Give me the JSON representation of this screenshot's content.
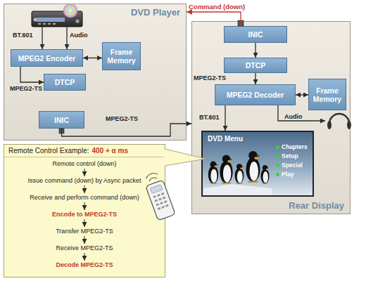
{
  "diagram": {
    "nodes": [
      {
        "text": [
          "DVD Player"
        ]
      },
      {
        "text": [
          "MPEG2 Encoder"
        ],
        "in": 0
      },
      {
        "text": [
          "Frame Memory"
        ],
        "in": 0
      },
      {
        "text": [
          "DTCP"
        ],
        "in": 0
      },
      {
        "text": [
          "INIC"
        ],
        "in": 0
      },
      {
        "text": [
          "Rear Display"
        ]
      },
      {
        "text": [
          "INIC"
        ],
        "in": 5
      },
      {
        "text": [
          "DTCP"
        ],
        "in": 5
      },
      {
        "text": [
          "MPEG2 Decoder"
        ],
        "in": 5
      },
      {
        "text": [
          "Frame Memory"
        ],
        "in": 5
      },
      {
        "text": [
          "DVD Menu",
          "Chapters",
          "Setup",
          "Special",
          "Play"
        ],
        "in": 5
      },
      {
        "text": [
          "Remote Control Example:",
          "400 + α ms"
        ]
      }
    ],
    "edges": [
      {
        "from": 6,
        "to": 0,
        "label": "Command (down)",
        "arrow": "to"
      },
      {
        "from": 1,
        "to": 2,
        "arrow": "both"
      },
      {
        "from": 1,
        "to": 3,
        "label": "MPEG2-TS",
        "arrow": "to"
      },
      {
        "from": 4,
        "to": 5,
        "label": "MPEG2-TS",
        "arrow": "to"
      },
      {
        "from": 6,
        "to": 7,
        "arrow": "to"
      },
      {
        "from": 7,
        "to": 8,
        "label": "MPEG2-TS",
        "arrow": "to"
      },
      {
        "from": 8,
        "to": 9,
        "arrow": "both"
      },
      {
        "from": 8,
        "to": 10,
        "label": "BT.601",
        "arrow": "to"
      }
    ],
    "labels": [
      "BT.601",
      "Audio",
      "Audio",
      "Remote control (down)",
      "Issue command (down) by Async packet",
      "Receive and perform command (down)",
      "Encode to MPEG2-TS",
      "Transfer MPEG2-TS",
      "Receive MPEG2-TS",
      "Decode MPEG2-TS"
    ]
  }
}
